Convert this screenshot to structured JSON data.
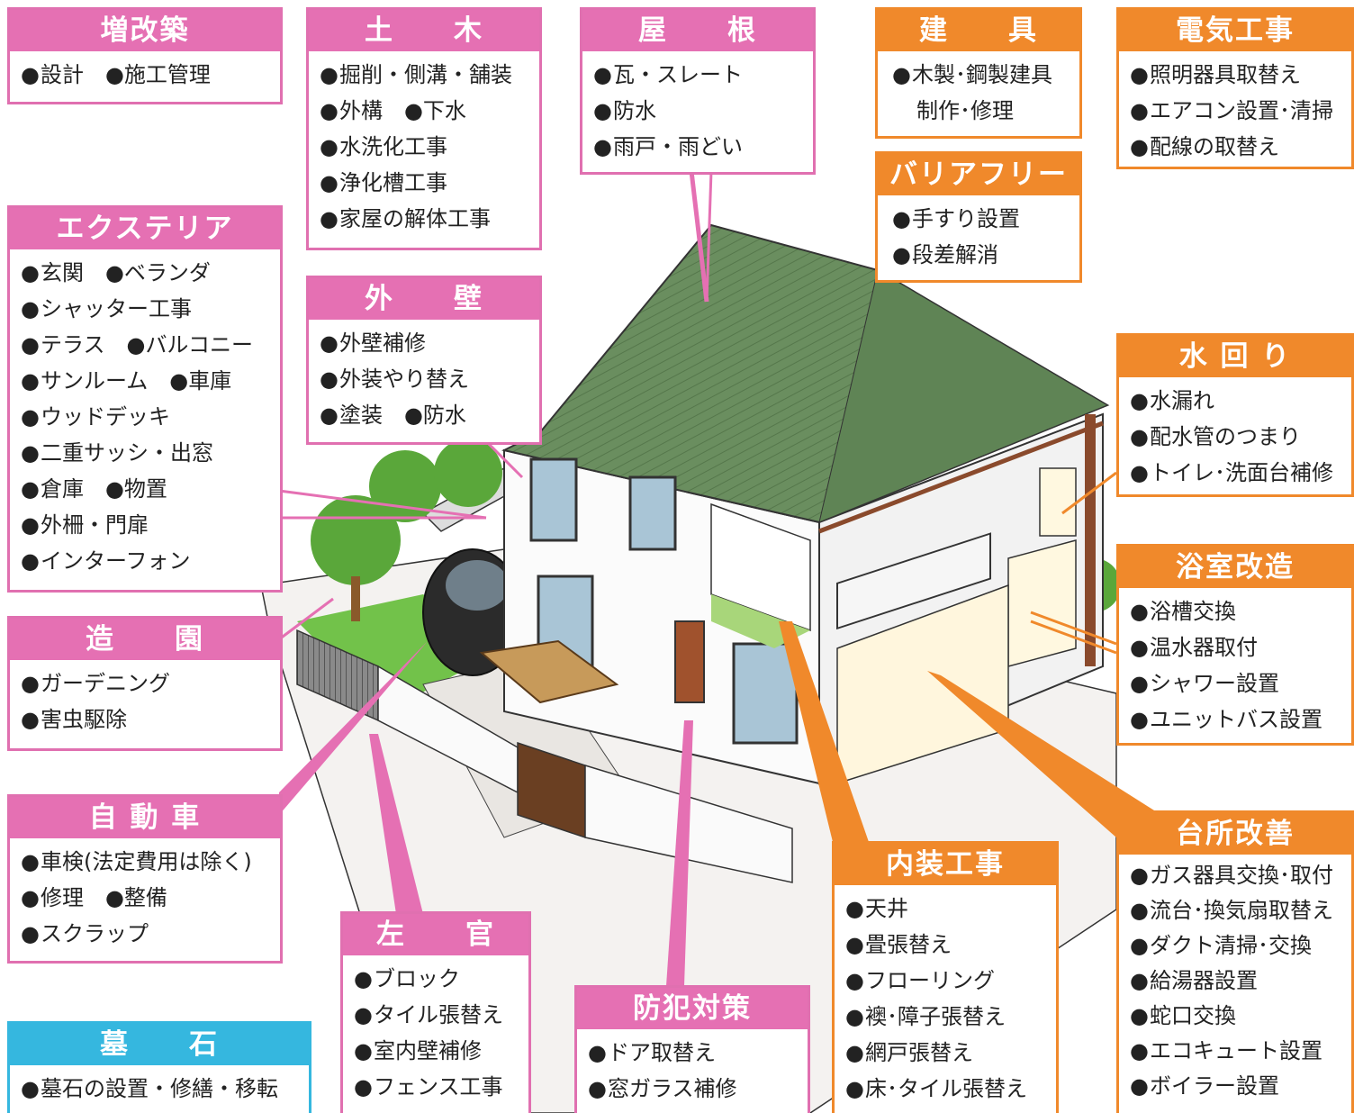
{
  "boxes": {
    "zoukaichiku": {
      "title": "増改築",
      "items": [
        "設計",
        "施工管理"
      ]
    },
    "doboku": {
      "title": "土　　木",
      "items": [
        "掘削・側溝・舗装",
        "外構",
        "下水",
        "水洗化工事",
        "浄化槽工事",
        "家屋の解体工事"
      ]
    },
    "yane": {
      "title": "屋　　根",
      "items": [
        "瓦・スレート",
        "防水",
        "雨戸・雨どい"
      ]
    },
    "tategu": {
      "title": "建　　具",
      "items": [
        "木製･鋼製建具",
        "制作･修理"
      ]
    },
    "denki": {
      "title": "電気工事",
      "items": [
        "照明器具取替え",
        "エアコン設置･清掃",
        "配線の取替え"
      ]
    },
    "barrierfree": {
      "title": "バリアフリー",
      "items": [
        "手すり設置",
        "段差解消"
      ]
    },
    "exterior": {
      "title": "エクステリア",
      "items": [
        "玄関",
        "ベランダ",
        "シャッター工事",
        "テラス",
        "バルコニー",
        "サンルーム",
        "車庫",
        "ウッドデッキ",
        "二重サッシ・出窓",
        "倉庫",
        "物置",
        "外柵・門扉",
        "インターフォン"
      ]
    },
    "gaiheki": {
      "title": "外　　壁",
      "items": [
        "外壁補修",
        "外装やり替え",
        "塗装",
        "防水"
      ]
    },
    "mizumawari": {
      "title": "水 回 り",
      "items": [
        "水漏れ",
        "配水管のつまり",
        "トイレ･洗面台補修"
      ]
    },
    "yokushitsu": {
      "title": "浴室改造",
      "items": [
        "浴槽交換",
        "温水器取付",
        "シャワー設置",
        "ユニットバス設置"
      ]
    },
    "zouen": {
      "title": "造　　園",
      "items": [
        "ガーデニング",
        "害虫駆除"
      ]
    },
    "jidousha": {
      "title": "自 動 車",
      "items": [
        "車検(法定費用は除く)",
        "修理",
        "整備",
        "スクラップ"
      ]
    },
    "sakan": {
      "title": "左　　官",
      "items": [
        "ブロック",
        "タイル張替え",
        "室内壁補修",
        "フェンス工事"
      ]
    },
    "bouhan": {
      "title": "防犯対策",
      "items": [
        "ドア取替え",
        "窓ガラス補修"
      ]
    },
    "naisou": {
      "title": "内装工事",
      "items": [
        "天井",
        "畳張替え",
        "フローリング",
        "襖･障子張替え",
        "網戸張替え",
        "床･タイル張替え"
      ]
    },
    "daidokoro": {
      "title": "台所改善",
      "items": [
        "ガス器具交換･取付",
        "流台･換気扇取替え",
        "ダクト清掃･交換",
        "給湯器設置",
        "蛇口交換",
        "エコキュート設置",
        "ボイラー設置"
      ]
    },
    "boseki": {
      "title": "墓　　石",
      "items": [
        "墓石の設置・修繕・移転"
      ]
    }
  },
  "colors": {
    "pink": "#e570b3",
    "orange": "#f0892b",
    "cyan": "#35b7df",
    "roof": "#6a8e5f",
    "wall": "#fbfbfb",
    "tree": "#5aa73a"
  }
}
